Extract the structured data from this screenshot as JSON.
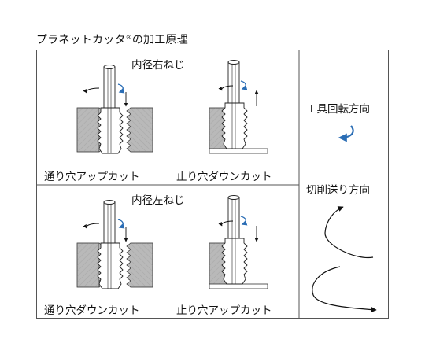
{
  "title_main": "プラネットカッタ",
  "title_reg": "®",
  "title_tail": "の加工原理",
  "sections": [
    {
      "heading": "内径右ねじ",
      "left_caption": "通り穴アップカット",
      "right_caption": "止り穴ダウンカット"
    },
    {
      "heading": "内径左ねじ",
      "left_caption": "通り穴ダウンカット",
      "right_caption": "止り穴アップカット"
    }
  ],
  "legend": {
    "tool_rotation": "工具回転方向",
    "feed_direction": "切削送り方向"
  },
  "colors": {
    "border": "#555555",
    "rotation_arrow": "#2a6db5",
    "workpiece_fill": "#b9b9b9"
  }
}
